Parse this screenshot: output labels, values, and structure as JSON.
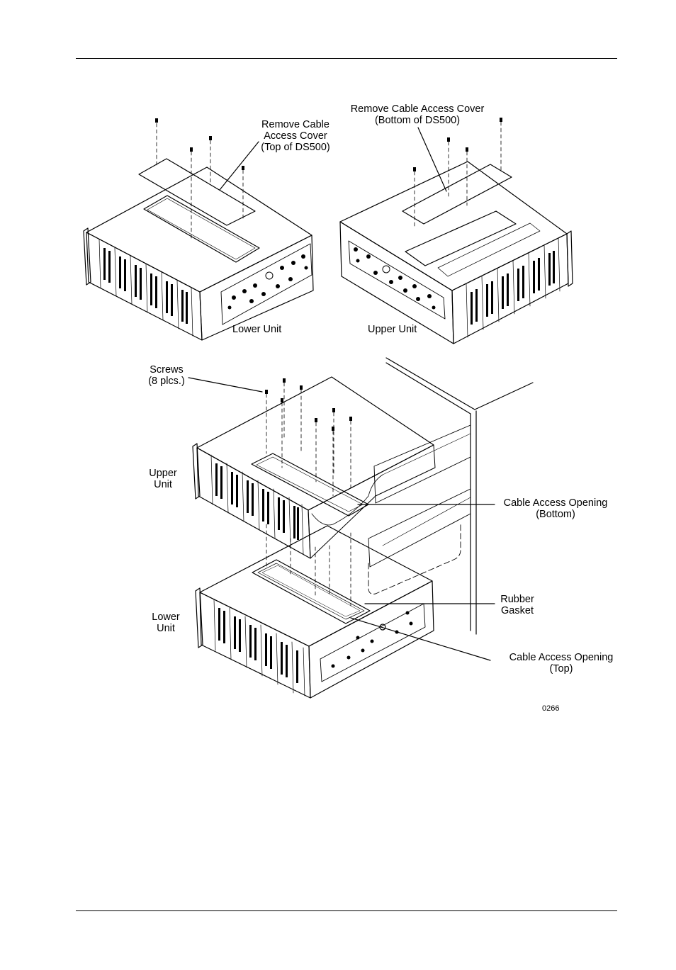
{
  "labels": {
    "remove_top_1": "Remove Cable",
    "remove_top_2": "Access Cover",
    "remove_top_3": "(Top of DS500)",
    "remove_bottom_1": "Remove Cable Access Cover",
    "remove_bottom_2": "(Bottom of DS500)",
    "lower_unit_top": "Lower Unit",
    "upper_unit_top": "Upper Unit",
    "screws_1": "Screws",
    "screws_2": "(8 plcs.)",
    "upper_1": "Upper",
    "upper_2": "Unit",
    "opening_bottom_1": "Cable Access Opening",
    "opening_bottom_2": "(Bottom)",
    "gasket_1": "Rubber",
    "gasket_2": "Gasket",
    "lower_1": "Lower",
    "lower_2": "Unit",
    "opening_top_1": "Cable Access Opening",
    "opening_top_2": "(Top)",
    "figure_number": "0266"
  }
}
